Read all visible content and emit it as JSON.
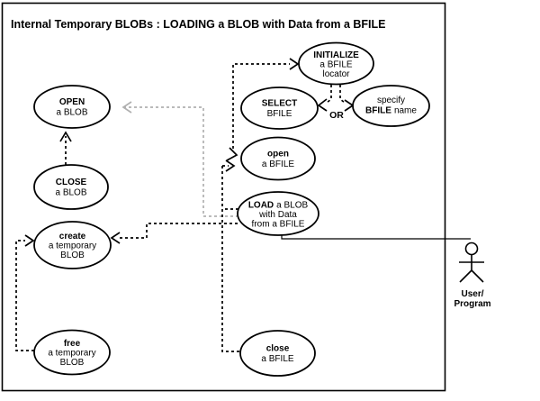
{
  "title": "Internal Temporary BLOBs : LOADING a BLOB with Data from a BFILE",
  "or_label": "OR",
  "colors": {
    "line": "#000000",
    "optional_connector": "#b0b0b0",
    "background": "#ffffff"
  },
  "actor": {
    "name_line1": "User/",
    "name_line2": "Program"
  },
  "usecases": {
    "open_blob": {
      "line1": "OPEN",
      "line2": "a BLOB"
    },
    "close_blob": {
      "line1": "CLOSE",
      "line2": "a BLOB"
    },
    "create_temp_blob": {
      "line1": "create",
      "line2": "a temporary",
      "line3": "BLOB"
    },
    "free_temp_blob": {
      "line1": "free",
      "line2": "a temporary",
      "line3": "BLOB"
    },
    "initialize_bfile": {
      "line1": "INITIALIZE",
      "line2": "a BFILE",
      "line3": "locator"
    },
    "select_bfile": {
      "line1": "SELECT",
      "line2": "BFILE"
    },
    "specify_bfile": {
      "line1": "specify",
      "line2_bold": "BFILE",
      "line2_rest": "name"
    },
    "open_bfile": {
      "line1": "open",
      "line2": "a BFILE"
    },
    "load_blob": {
      "line1_bold": "LOAD",
      "line1_rest": "a BLOB",
      "line2": "with Data",
      "line3": "from a BFILE"
    },
    "close_bfile": {
      "line1": "close",
      "line2": "a BFILE"
    }
  }
}
